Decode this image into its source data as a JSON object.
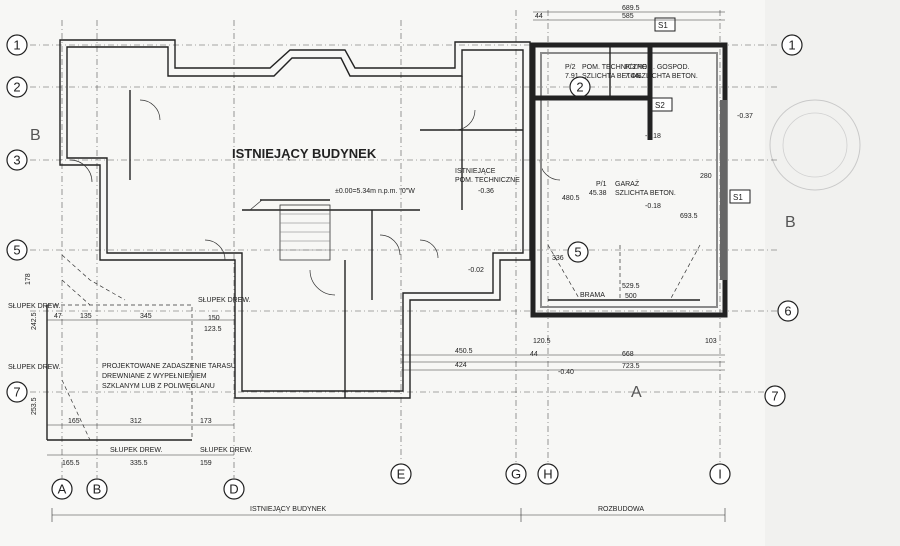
{
  "grid_rows": [
    "1",
    "2",
    "3",
    "5",
    "5",
    "6",
    "7",
    "7"
  ],
  "grid_cols": [
    "A",
    "B",
    "D",
    "E",
    "G",
    "H",
    "I"
  ],
  "existing_building": "ISTNIEJĄCY BUDYNEK",
  "footer": {
    "existing": "ISTNIEJĄCY BUDYNEK",
    "extension": "ROZBUDOWA"
  },
  "rooms": {
    "tech_room_label": "ISTNIEJĄCE\nPOM. TECHNICZNE",
    "tech_room_level": "-0.36",
    "level_main": "±0.00=5.34m n.p.m. \"0\"W",
    "p12": {
      "code": "P/2",
      "area": "7.91",
      "name": "POM. TECHNICZNE",
      "finish": "SZLICHTA BETON."
    },
    "p13": {
      "code": "P/3",
      "area": "7.44",
      "name": "POM. GOSPOD.",
      "finish": "SZLICHTA BETON."
    },
    "p11": {
      "code": "P/1",
      "area": "45.38",
      "name": "GARAŻ",
      "finish": "SZLICHTA BETON."
    }
  },
  "sections": {
    "a": "A",
    "b": "B"
  },
  "boxes": {
    "s1_top": "S1",
    "s2": "S2",
    "s1_right": "S1"
  },
  "canopy_note": [
    "PROJEKTOWANE ZADASZENIE TARASU",
    "DREWNIANE Z WYPEŁNIENIEM",
    "SZKLANYM LUB Z POLIWĘGLANU"
  ],
  "post_label": "SŁUPEK DREW.",
  "gate_label": "BRAMA",
  "levels": {
    "l018a": "-0.18",
    "l018b": "-0.18",
    "l037": "-0.37",
    "l040": "-0.40",
    "l002": "-0.02"
  },
  "dims": {
    "top_total": "689.5",
    "top_44": "44",
    "top_585": "585",
    "bottom_450": "450.5",
    "bottom_424": "424",
    "bottom_120": "120.5",
    "bottom_44": "44",
    "bottom_668": "668",
    "bottom_723": "723.5",
    "bottom_103": "103",
    "left_178": "178",
    "left_242": "242.5",
    "left_253": "253.5",
    "left_47": "47",
    "left_135": "135",
    "left_345": "345",
    "left_150": "150",
    "left_123": "123.5",
    "left_165": "165",
    "left_312": "312",
    "left_173": "173",
    "left_1655": "165.5",
    "left_3355": "335.5",
    "left_159": "159",
    "g_500": "500",
    "g_5295": "529.5",
    "g_336": "336",
    "g_480": "480.5",
    "g_693": "693.5",
    "g_280": "280"
  }
}
